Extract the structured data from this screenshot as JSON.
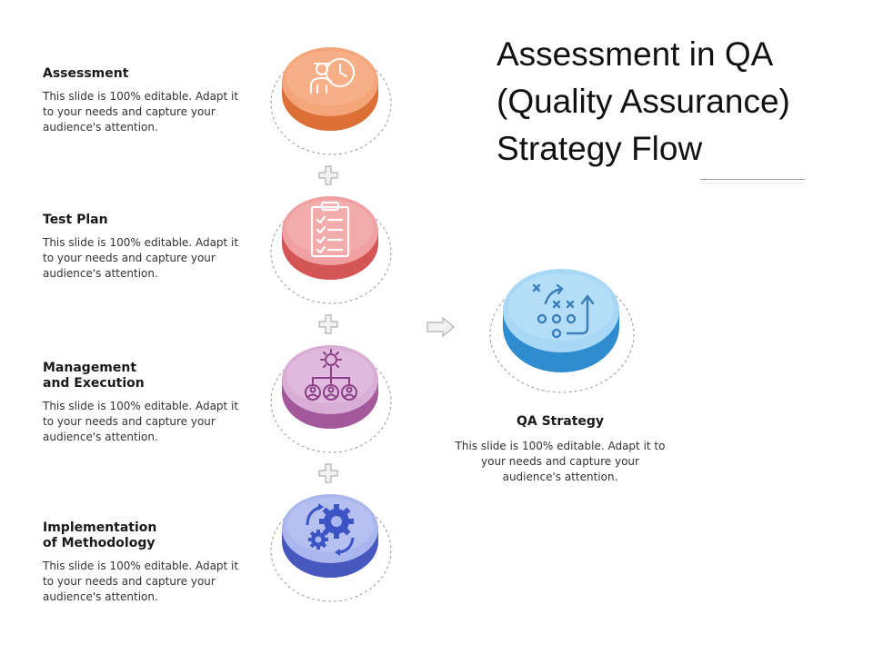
{
  "title": "Assessment in QA (Quality Assurance) Strategy Flow",
  "steps": [
    {
      "title": "Assessment",
      "desc": "This slide is 100% editable. Adapt it to your needs and capture your audience's attention.",
      "icon": "worker-clock-icon",
      "color": "#f0935a"
    },
    {
      "title": "Test Plan",
      "desc": "This slide is 100% editable. Adapt it to your needs and capture your audience's attention.",
      "icon": "clipboard-checklist-icon",
      "color": "#e06a6a"
    },
    {
      "title": "Management\nand Execution",
      "desc": "This slide is 100% editable. Adapt it to your needs and capture your audience's attention.",
      "icon": "gear-org-chart-icon",
      "color": "#b070a8"
    },
    {
      "title": "Implementation\nof Methodology",
      "desc": "This slide is 100% editable. Adapt it to your needs and capture your audience's attention.",
      "icon": "gears-cycle-icon",
      "color": "#5a6fcf"
    }
  ],
  "result": {
    "title": "QA Strategy",
    "desc": "This slide is 100% editable. Adapt it to your needs and capture your audience's attention.",
    "icon": "strategy-play-icon",
    "color": "#3a9ad8"
  },
  "connectors": {
    "plus": "plus-icon",
    "arrow": "right-arrow-icon"
  }
}
